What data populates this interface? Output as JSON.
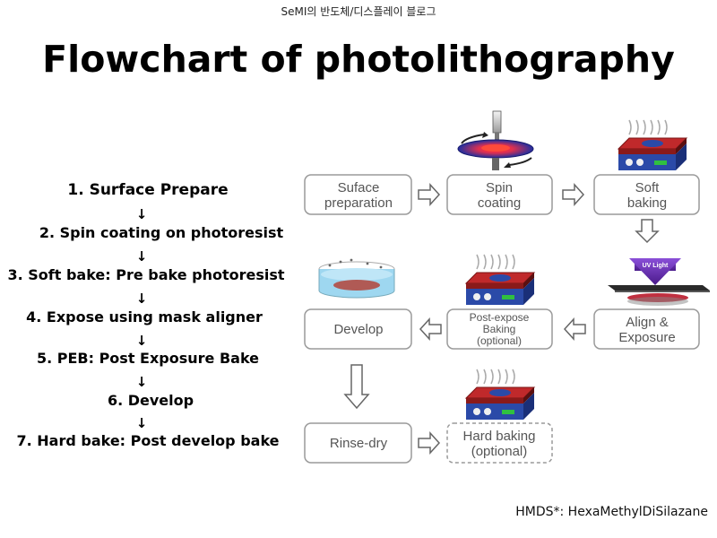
{
  "header": {
    "blog_title": "SeMI의 반도체/디스플레이 블로그"
  },
  "title": "Flowchart of photolithography",
  "steps": [
    "1. Surface Prepare",
    "2. Spin coating on photoresist",
    "3. Soft bake: Pre bake photoresist",
    "4. Expose using mask aligner",
    "5. PEB: Post Exposure Bake",
    "6. Develop",
    "7. Hard bake: Post develop bake"
  ],
  "arrow_glyph": "↓",
  "flow_boxes": {
    "surface_prep": [
      "Suface",
      "preparation"
    ],
    "spin_coating": [
      "Spin",
      "coating"
    ],
    "soft_baking": [
      "Soft",
      "baking"
    ],
    "align_exposure": [
      "Align &",
      "Exposure"
    ],
    "post_expose": [
      "Post-expose",
      "Baking",
      "(optional)"
    ],
    "develop": [
      "Develop"
    ],
    "rinse_dry": [
      "Rinse-dry"
    ],
    "hard_baking": [
      "Hard baking",
      "(optional)"
    ]
  },
  "uv_light_label": "UV Light",
  "footnote": "HMDS*: HexaMethylDiSilazane",
  "colors": {
    "hotplate_red": "#c0292b",
    "hotplate_blue": "#2b4aa8",
    "uv_purple": "#6a2fb5",
    "box_border": "#9a9a9a",
    "dish_blue": "#9ed7f0"
  }
}
